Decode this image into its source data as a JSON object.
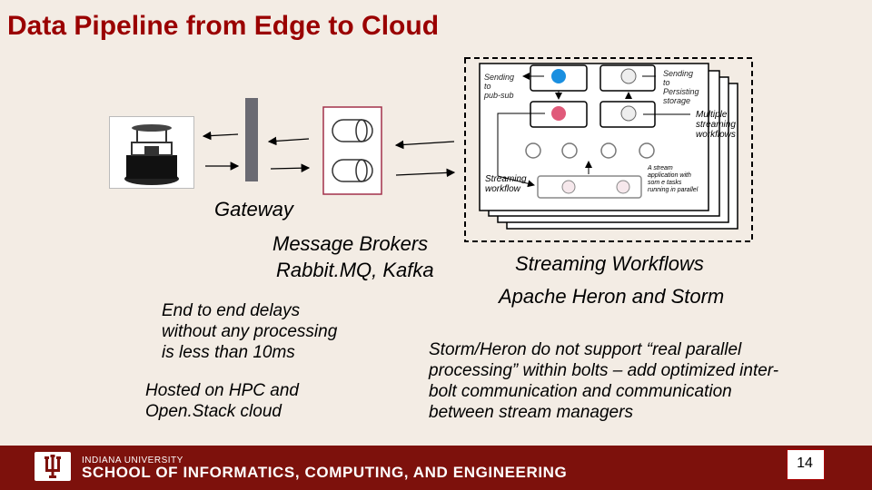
{
  "title": "Data Pipeline from Edge to Cloud",
  "labels": {
    "gateway": "Gateway",
    "brokers_line1": "Message Brokers",
    "brokers_line2": "Rabbit.MQ, Kafka",
    "delay_note": [
      "End to end delays",
      "without any processing",
      "is less than 10ms"
    ],
    "hosted_note": [
      "Hosted on HPC and",
      "Open.Stack cloud"
    ],
    "workflows_line1": "Streaming Workflows",
    "workflows_line2": "Apache Heron and Storm",
    "heron_note": [
      "Storm/Heron do not support “real parallel",
      "processing” within bolts – add optimized inter-",
      "bolt communication and communication",
      "between stream managers"
    ]
  },
  "diagram": {
    "sending_pubsub": [
      "Sending",
      "to",
      "pub-sub"
    ],
    "sending_storage": [
      "Sending",
      "to",
      "Persisting",
      "storage"
    ],
    "multiple_workflows": [
      "Multiple",
      "streaming",
      "workflows"
    ],
    "streaming_workflow": [
      "Streaming",
      "workflow"
    ],
    "stream_app": [
      "A stream",
      "application with",
      "som e tasks",
      "running in parallel"
    ]
  },
  "colors": {
    "title": "#9a0000",
    "footer": "#7d110c",
    "node_blue": "#1a8fe0",
    "node_pink": "#e05a7a"
  },
  "footer": {
    "university": "INDIANA UNIVERSITY",
    "school": "SCHOOL OF INFORMATICS, COMPUTING, AND ENGINEERING",
    "page": "14"
  }
}
